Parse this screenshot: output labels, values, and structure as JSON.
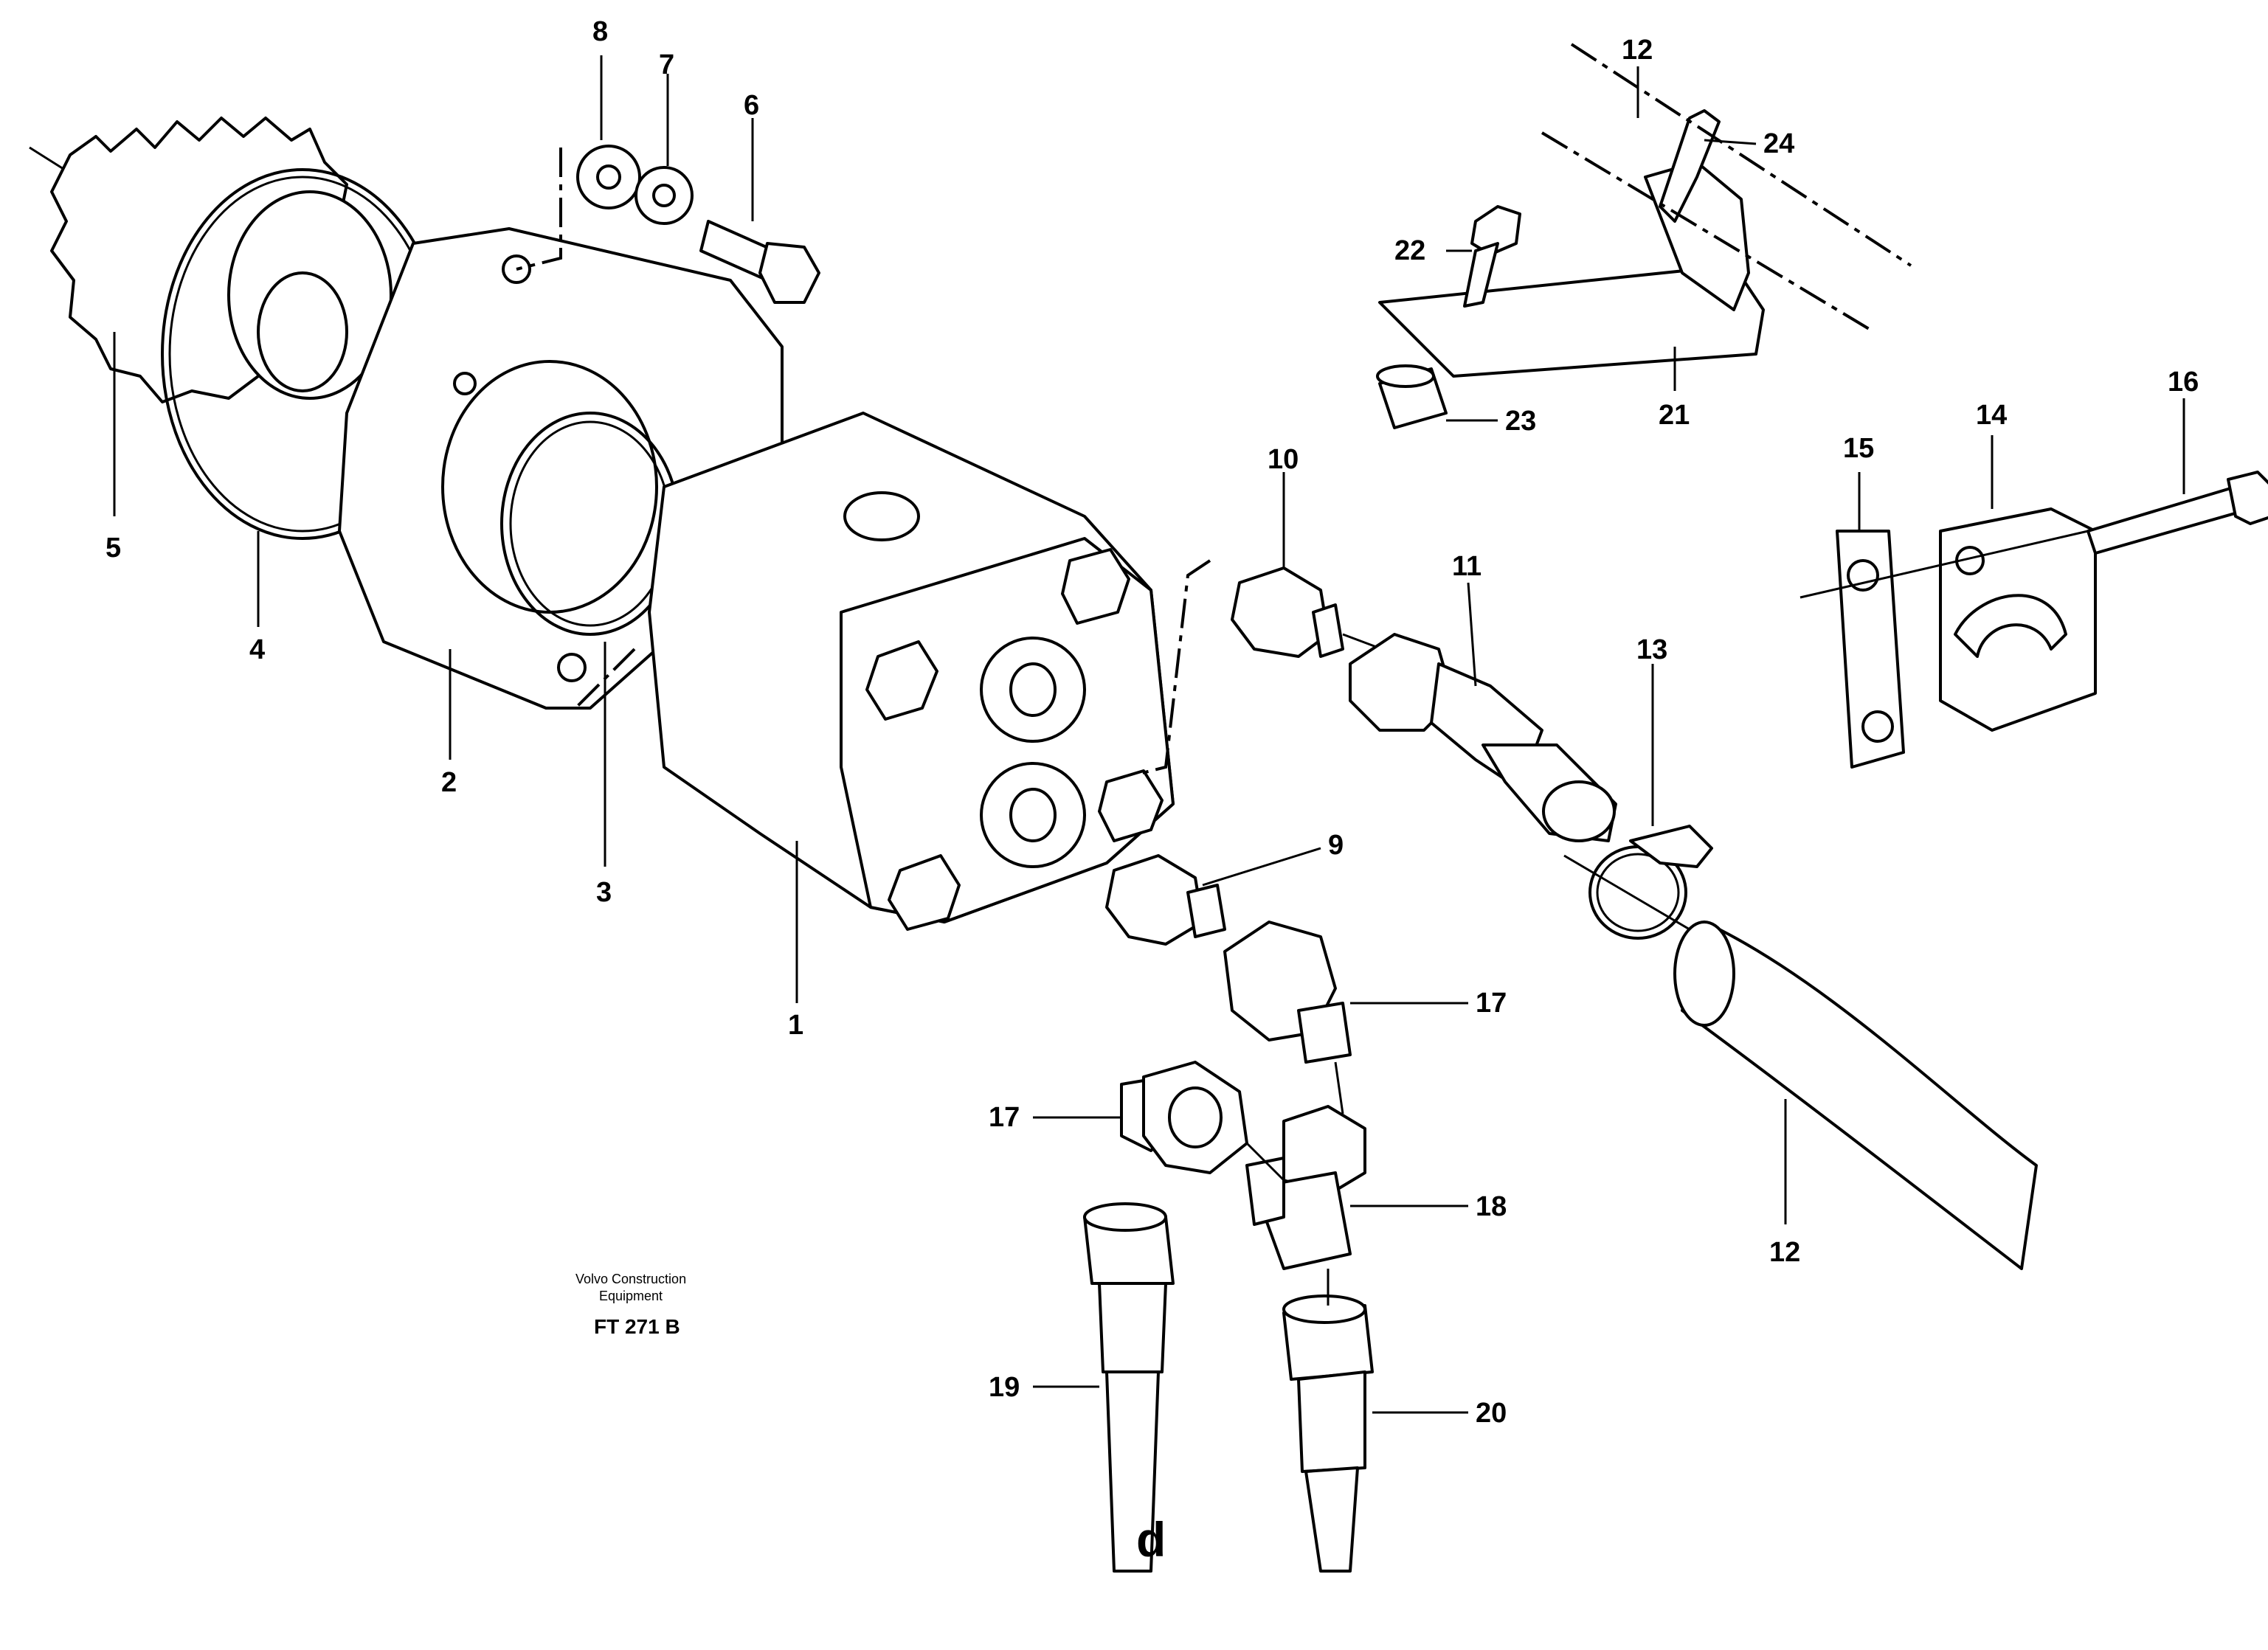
{
  "callouts": {
    "c1": "1",
    "c2": "2",
    "c3": "3",
    "c4": "4",
    "c5": "5",
    "c6": "6",
    "c7": "7",
    "c8": "8",
    "c9": "9",
    "c10": "10",
    "c11": "11",
    "c12a": "12",
    "c12b": "12",
    "c13": "13",
    "c14": "14",
    "c15": "15",
    "c16": "16",
    "c17a": "17",
    "c17b": "17",
    "c18": "18",
    "c19": "19",
    "c20": "20",
    "c21": "21",
    "c22": "22",
    "c23": "23",
    "c24": "24"
  },
  "caption": {
    "line1": "Volvo Construction",
    "line2": "Equipment",
    "ref": "FT 271 B"
  },
  "hose_marker": "d"
}
